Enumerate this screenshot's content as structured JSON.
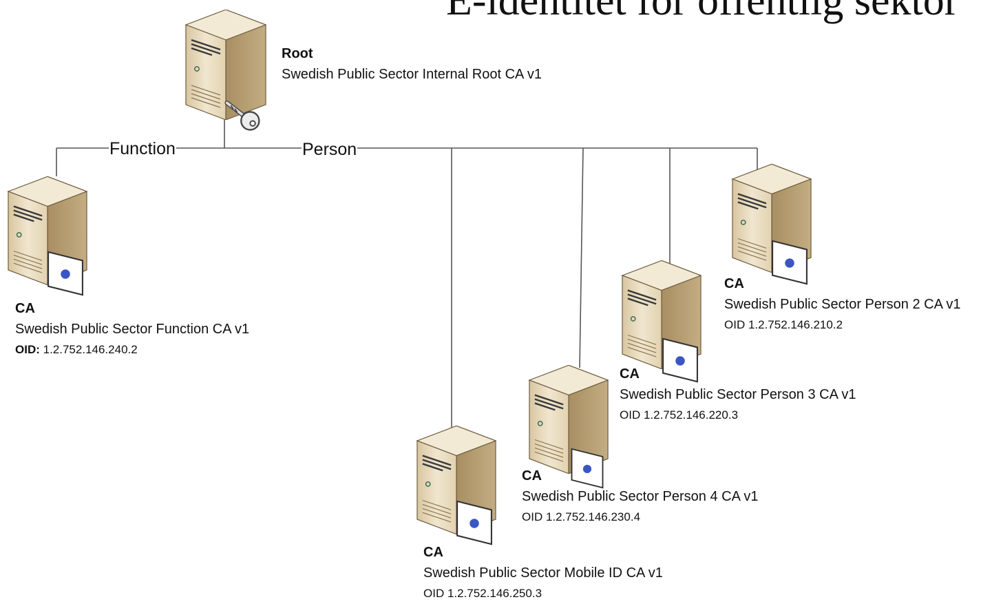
{
  "title": "E-identitet för offentlig sektor",
  "branches": {
    "function": "Function",
    "person": "Person"
  },
  "root": {
    "kind": "Root",
    "name": "Swedish Public Sector Internal Root CA v1"
  },
  "cas": {
    "function": {
      "kind": "CA",
      "name": "Swedish Public Sector Function CA v1",
      "oid_label": "OID:",
      "oid_value": "1.2.752.146.240.2"
    },
    "mobile": {
      "kind": "CA",
      "name": "Swedish Public Sector Mobile ID CA v1",
      "oid": "OID 1.2.752.146.250.3"
    },
    "person4": {
      "kind": "CA",
      "name": "Swedish Public Sector Person 4 CA v1",
      "oid": "OID 1.2.752.146.230.4"
    },
    "person3": {
      "kind": "CA",
      "name": "Swedish Public Sector Person 3 CA v1",
      "oid": "OID 1.2.752.146.220.3"
    },
    "person2": {
      "kind": "CA",
      "name": "Swedish Public Sector Person 2 CA v1",
      "oid": "OID 1.2.752.146.210.2"
    }
  },
  "colors": {
    "server_front": "#e9dcc0",
    "server_side": "#b39a70",
    "server_top": "#f3ead5",
    "cert_dot": "#3b56c4",
    "line": "#555555"
  }
}
